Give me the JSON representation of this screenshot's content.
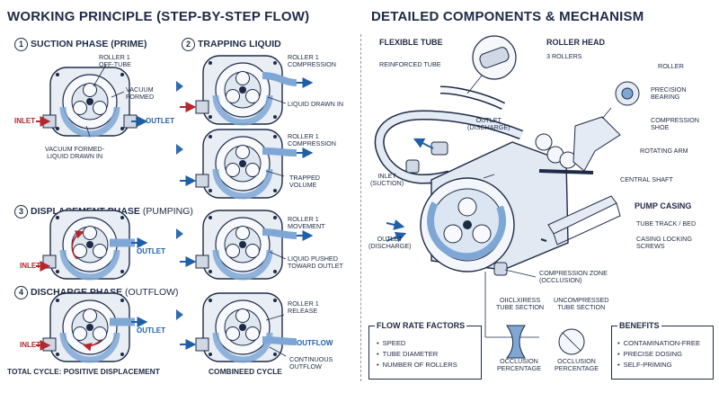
{
  "left_title": "WORKING PRINCIPLE (STEP-BY-STEP FLOW)",
  "right_title": "DETAILED COMPONENTS & MECHANISM",
  "steps": [
    {
      "num": "1",
      "label": "SUCTION PHASE (PRIME)",
      "sub": ""
    },
    {
      "num": "2",
      "label": "TRAPPING LIQUID",
      "sub": ""
    },
    {
      "num": "3",
      "label": "DISPLACEMENT PHASE",
      "sub": "(PUMPING)"
    },
    {
      "num": "4",
      "label": "DISCHARGE PHASE",
      "sub": "(OUTFLOW)"
    }
  ],
  "step1": {
    "roller": "ROLLER 1\nOFF-TUBE",
    "vacuum": "VACUUM\nFORMED",
    "inlet": "INLET",
    "outlet": "OUTLET",
    "bottom": "VACUUM FORMED-\nLIQUID DRAWN IN"
  },
  "step2a": {
    "roller": "ROLLER 1\nCOMPRESSION",
    "drawn": "LIQUID DRAWN IN"
  },
  "step2b": {
    "roller": "ROLLER 1\nCOMPRESSION",
    "trapped": "TRAPPED\nVOLUME"
  },
  "step3": {
    "inlet": "INLET",
    "outlet": "OUTLET",
    "roller": "ROLLER 1\nMOVEMENT",
    "pushed": "LIQUID PUSHED\nTOWARD OUTLET"
  },
  "step4": {
    "inlet": "INLET",
    "outlet": "OUTLET",
    "roller": "ROLLER 1\nRELEASE",
    "outflow": "OUTFLOW",
    "continuous": "CONTINUOUS\nOUTFLOW"
  },
  "footer_left": "TOTAL CYCLE: POSITIVE DISPLACEMENT",
  "footer_mid": "COMBINEED CYCLE",
  "components": {
    "flexible_tube": "FLEXIBLE TUBE",
    "reinforced_tube": "REINFORCED TUBE",
    "outlet_discharge_top": "OUTLET\n(DISCHARGE)",
    "inlet_suction": "INLET\n(SUCTION)",
    "outlet_discharge_left": "OUTLET\n(DISCHARGE)",
    "roller_head": "ROLLER HEAD",
    "three_rollers": "3 ROLLERS",
    "roller": "ROLLER",
    "precision_bearing": "PRECISION\nBEARING",
    "compression_shoe": "COMPRESSION\nSHOE",
    "rotating_arm": "ROTATING ARM",
    "central_shaft": "CENTRAL SHAFT",
    "pump_casing": "PUMP CASING",
    "tube_track": "TUBE TRACK / BED",
    "casing_screws": "CASING LOCKING\nSCREWS",
    "compression_zone": "COMPRESSION ZONE\n(OCCLUSION)",
    "occlusion_section": "OIICLXIRESS\nTUBE SECTION",
    "uncompressed_section": "UNCOMPRESSED\nTUBE SECTION",
    "occlusion_pct_1": "OCCLUSION\nPERCENTAGE",
    "occlusion_pct_2": "OCCLUSION\nPERCENTAGE"
  },
  "flow_rate": {
    "title": "FLOW RATE FACTORS",
    "items": [
      "SPEED",
      "TUBE DIAMETER",
      "NUMBER OF ROLLERS"
    ]
  },
  "benefits": {
    "title": "BENEFITS",
    "items": [
      "CONTAMINATION-FREE",
      "PRECISE DOSING",
      "SELF-PRIMING"
    ]
  },
  "colors": {
    "ink": "#1e2b46",
    "blue": "#1f5fa8",
    "red": "#b3282d",
    "fill": "#cfe0f2"
  }
}
